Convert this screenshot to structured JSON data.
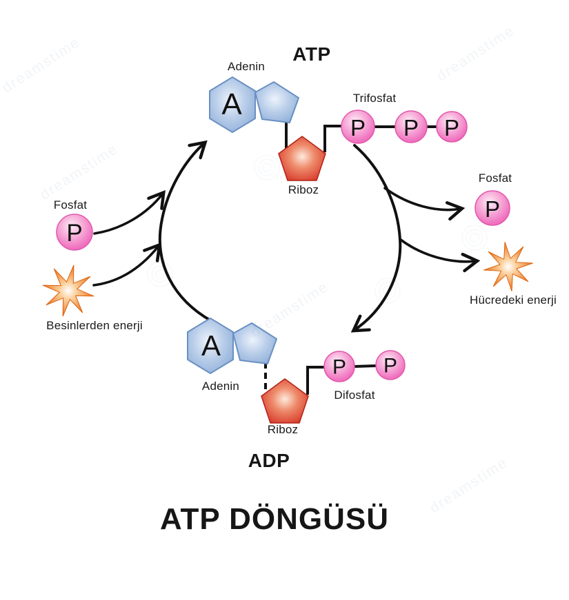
{
  "title": "ATP DÖNGÜSÜ",
  "watermark": {
    "text": "dreamstime"
  },
  "atp": {
    "label": "ATP",
    "adenine": {
      "label": "Adenin",
      "symbol": "A"
    },
    "ribose": {
      "label": "Riboz"
    },
    "phosphates": {
      "label": "Trifosfat",
      "symbol": "P",
      "count": 3
    }
  },
  "adp": {
    "label": "ADP",
    "adenine": {
      "label": "Adenin",
      "symbol": "A"
    },
    "ribose": {
      "label": "Riboz"
    },
    "phosphates": {
      "label": "Difosfat",
      "symbol": "P",
      "count": 2
    }
  },
  "inputs": {
    "phosphate": {
      "label": "Fosfat",
      "symbol": "P"
    },
    "energy": {
      "label": "Besinlerden enerji"
    }
  },
  "outputs": {
    "phosphate": {
      "label": "Fosfat",
      "symbol": "P"
    },
    "energy": {
      "label": "Hücredeki enerji"
    }
  },
  "colors": {
    "phosphate_pink": "#ee62b5",
    "adenine_blue": "#8aaed9",
    "ribose_red": "#d6281e",
    "energy_orange": "#e4670f",
    "line_black": "#111111"
  }
}
